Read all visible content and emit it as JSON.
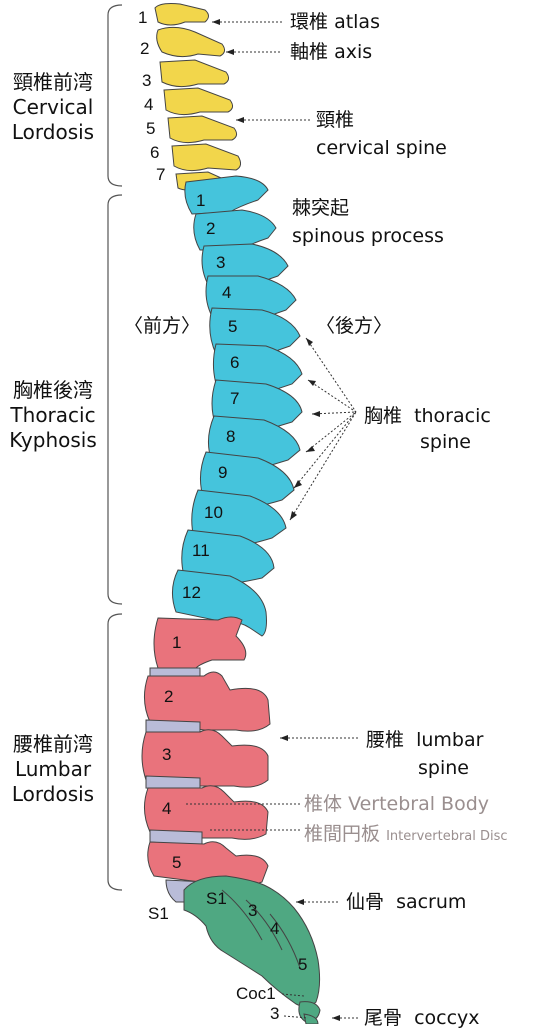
{
  "regions": {
    "cervical": {
      "jp": "頸椎前湾",
      "en1": "Cervical",
      "en2": "Lordosis"
    },
    "thoracic": {
      "jp": "胸椎後湾",
      "en1": "Thoracic",
      "en2": "Kyphosis"
    },
    "lumbar": {
      "jp": "腰椎前湾",
      "en1": "Lumbar",
      "en2": "Lordosis"
    }
  },
  "labels": {
    "atlas": {
      "jp": "環椎",
      "en": "atlas"
    },
    "axis": {
      "jp": "軸椎",
      "en": "axis"
    },
    "cervical_spine": {
      "jp": "頸椎",
      "en": "cervical spine"
    },
    "spinous_process": {
      "jp": "棘突起",
      "en": "spinous process"
    },
    "anterior": "〈前方〉",
    "posterior": "〈後方〉",
    "thoracic_spine": {
      "jp": "胸椎",
      "en1": "thoracic",
      "en2": "spine"
    },
    "lumbar_spine": {
      "jp": "腰椎",
      "en1": "lumbar",
      "en2": "spine"
    },
    "vertebral_body": {
      "jp": "椎体",
      "en": "Vertebral Body"
    },
    "disc": {
      "jp": "椎間円板",
      "en": "Intervertebral Disc"
    },
    "sacrum": {
      "jp": "仙骨",
      "en": "sacrum"
    },
    "coccyx": {
      "jp": "尾骨",
      "en": "coccyx"
    },
    "s1_outer": "S1",
    "coc1": "Coc1",
    "coc3": "3"
  },
  "numbers": {
    "cervical": [
      "1",
      "2",
      "3",
      "4",
      "5",
      "6",
      "7"
    ],
    "thoracic": [
      "1",
      "2",
      "3",
      "4",
      "5",
      "6",
      "7",
      "8",
      "9",
      "10",
      "11",
      "12"
    ],
    "lumbar": [
      "1",
      "2",
      "3",
      "4",
      "5"
    ],
    "sacral": [
      "S1",
      "3",
      "4",
      "5"
    ]
  },
  "colors": {
    "cervical": "#f2d64b",
    "thoracic": "#45c4dc",
    "lumbar": "#e9737c",
    "disc": "#b9bcd8",
    "sacrum": "#4fa882",
    "outline": "#333333",
    "gray_text": "#9a8f8f"
  }
}
